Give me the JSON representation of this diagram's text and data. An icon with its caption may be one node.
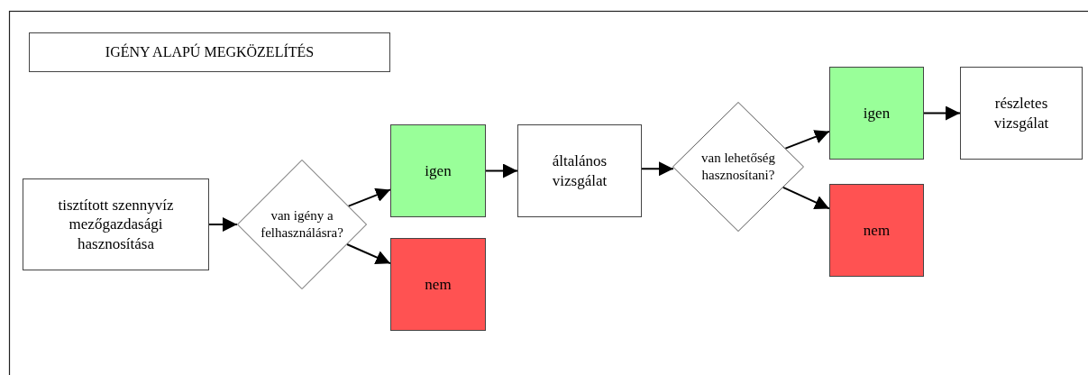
{
  "diagram": {
    "nodes": [
      {
        "text": [
          "IGÉNY ALAPÚ MEGKÖZELÍTÉS"
        ]
      },
      {
        "text": [
          "tisztított szennyvíz mezőgazdasági hasznosítása"
        ]
      },
      {
        "text": [
          "van igény a felhasználásra?"
        ]
      },
      {
        "text": [
          "igen"
        ]
      },
      {
        "text": [
          "nem"
        ]
      },
      {
        "text": [
          "általános vizsgálat"
        ]
      },
      {
        "text": [
          "van lehetőség hasznosítani?"
        ]
      },
      {
        "text": [
          "igen"
        ]
      },
      {
        "text": [
          "nem"
        ]
      },
      {
        "text": [
          "részletes vizsgálat"
        ]
      }
    ],
    "edges": [
      {
        "from": 1,
        "to": 2,
        "arrow": "to"
      },
      {
        "from": 2,
        "to": 3,
        "arrow": "to"
      },
      {
        "from": 2,
        "to": 4,
        "arrow": "to"
      },
      {
        "from": 3,
        "to": 5,
        "arrow": "to"
      },
      {
        "from": 5,
        "to": 6,
        "arrow": "to"
      },
      {
        "from": 6,
        "to": 7,
        "arrow": "to"
      },
      {
        "from": 6,
        "to": 8,
        "arrow": "to"
      },
      {
        "from": 7,
        "to": 9,
        "arrow": "to"
      }
    ]
  }
}
